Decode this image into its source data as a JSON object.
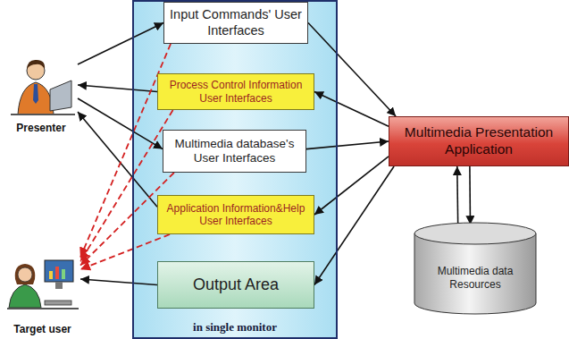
{
  "diagram": {
    "nodes": [
      {
        "text": [
          "Presenter"
        ]
      },
      {
        "text": [
          "in single monitor"
        ]
      },
      {
        "text": [
          "Input Commands' User Interfaces"
        ],
        "in": 1
      },
      {
        "text": [
          "Process Control Information User Interfaces"
        ],
        "in": 1
      },
      {
        "text": [
          "Multimedia database's User Interfaces"
        ],
        "in": 1
      },
      {
        "text": [
          "Application Information&Help User Interfaces"
        ],
        "in": 1
      },
      {
        "text": [
          "Output Area"
        ],
        "in": 1
      },
      {
        "text": [
          "Multimedia Presentation Application"
        ]
      },
      {
        "text": [
          "Multimedia data Resources"
        ]
      },
      {
        "text": [
          "Target user"
        ]
      }
    ],
    "edges": [
      {
        "from": 0,
        "to": 2,
        "arrow": "to"
      },
      {
        "from": 3,
        "to": 0,
        "arrow": "to"
      },
      {
        "from": 0,
        "to": 4,
        "arrow": "to"
      },
      {
        "from": 5,
        "to": 0,
        "arrow": "to"
      },
      {
        "from": 2,
        "to": 7,
        "arrow": "to"
      },
      {
        "from": 7,
        "to": 3,
        "arrow": "to"
      },
      {
        "from": 4,
        "to": 7,
        "arrow": "to"
      },
      {
        "from": 7,
        "to": 5,
        "arrow": "to"
      },
      {
        "from": 7,
        "to": 6,
        "arrow": "to"
      },
      {
        "from": 8,
        "to": 7,
        "arrow": "to"
      },
      {
        "from": 7,
        "to": 8,
        "arrow": "to"
      },
      {
        "from": 6,
        "to": 9,
        "arrow": "to"
      },
      {
        "from": 2,
        "to": 9,
        "arrow": "to"
      },
      {
        "from": 3,
        "to": 9,
        "arrow": "to"
      },
      {
        "from": 4,
        "to": 9,
        "arrow": "to"
      },
      {
        "from": 5,
        "to": 9,
        "arrow": "to"
      }
    ]
  }
}
